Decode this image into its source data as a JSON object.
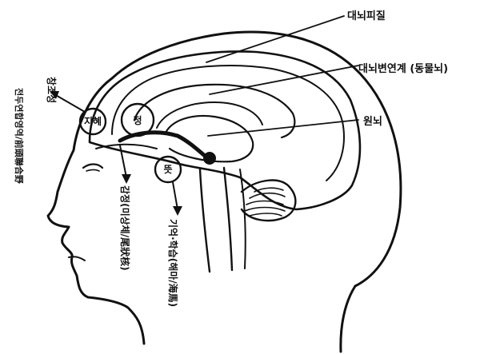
{
  "labels": {
    "cortex": "대뇌피질",
    "limbic": "대뇌변연계 (동물뇌)",
    "brainstem": "원뇌",
    "prefrontal_title": "창조성",
    "prefrontal_sub": "전두연합영역/前頭聯合野",
    "emotion": "감정(미상체/尾狀核)",
    "memory": "기억·학습(해마/海馬)"
  },
  "circles": {
    "intellect": "지혜",
    "emotion": "정",
    "will": "뜻"
  },
  "colors": {
    "ink": "#111111",
    "paper": "#ffffff"
  }
}
